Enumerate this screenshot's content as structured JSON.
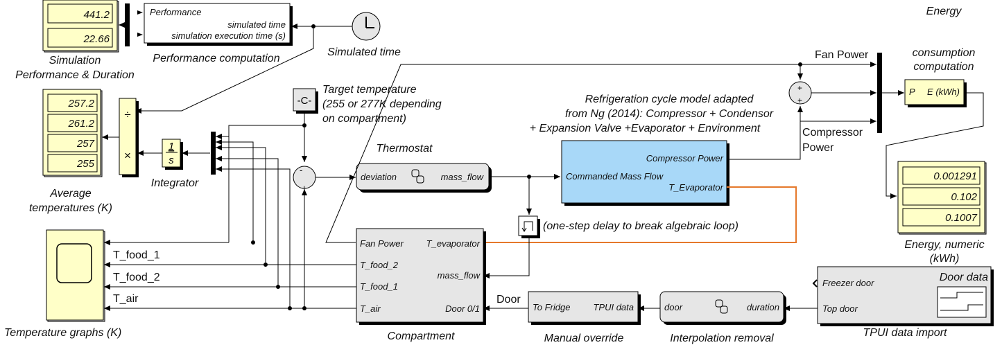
{
  "performance_displays": [
    "441.2",
    "22.66"
  ],
  "performance_displays_label": [
    "Simulation",
    "Performance & Duration"
  ],
  "performance_block": {
    "title": "Performance",
    "port1": "simulated time",
    "port2": "simulation execution time (s)",
    "label": "Performance computation"
  },
  "clock_label": "Simulated time",
  "avg_displays": [
    "257.2",
    "261.2",
    "257",
    "255"
  ],
  "avg_displays_label": [
    "Average",
    "temperatures (K)"
  ],
  "divide_block": {
    "top": "÷",
    "bottom": "×"
  },
  "integrator": {
    "num": "1",
    "den": "s",
    "label": "Integrator"
  },
  "target_block": {
    "text": "-C-",
    "label": [
      "Target temperature",
      "(255 or 277K depending",
      "on compartment)"
    ]
  },
  "sum_target": {
    "top": "-",
    "bottom": "+"
  },
  "thermostat": {
    "title": "Thermostat",
    "in": "deviation",
    "out": "mass_flow"
  },
  "refrigeration": {
    "title": [
      "Refrigeration cycle model adapted",
      "from Ng (2014): Compressor + Condensor",
      "+ Expansion Valve +Evaporator + Environment"
    ],
    "port_compressor": "Compressor Power",
    "port_commanded": "Commanded Mass Flow",
    "port_evaporator": "T_Evaporator"
  },
  "delay_label": "(one-step delay to break algebraic loop)",
  "fan_power_label": "Fan Power",
  "compressor_power_label": [
    "Compressor",
    "Power"
  ],
  "sum_power": {
    "top": "+",
    "bottom": "+"
  },
  "energy_block": {
    "title": [
      "Energy",
      "consumption",
      "computation"
    ],
    "port_in": "P",
    "port_out": "E (kWh)"
  },
  "energy_displays": [
    "0.001291",
    "0.102",
    "0.1007"
  ],
  "energy_displays_label": [
    "Energy, numeric",
    "(kWh)"
  ],
  "scope_label": "Temperature graphs (K)",
  "signals": {
    "t_food_1": "T_food_1",
    "t_food_2": "T_food_2",
    "t_air": "T_air",
    "door": "Door"
  },
  "compartment": {
    "label": "Compartment",
    "in_fan": "Fan Power",
    "out_tevap": "T_evaporator",
    "in_food2": "T_food_2",
    "in_food1": "T_food_1",
    "in_air": "T_air",
    "mass_flow": "mass_flow",
    "door": "Door 0/1"
  },
  "manual_override": {
    "label": "Manual override",
    "in": "To Fridge",
    "out": "TPUI data"
  },
  "interpolation": {
    "label": "Interpolation removal",
    "in": "door",
    "out": "duration"
  },
  "door_data": {
    "title": "Door data",
    "port1": "Freezer door",
    "port2": "Top door",
    "label": "TPUI data import"
  },
  "colors": {
    "display_fill": "#ffffc8",
    "block_fill": "#e6e6e6",
    "subsystem_blue": "#a8d8f8",
    "signal_orange": "#e5782a"
  }
}
